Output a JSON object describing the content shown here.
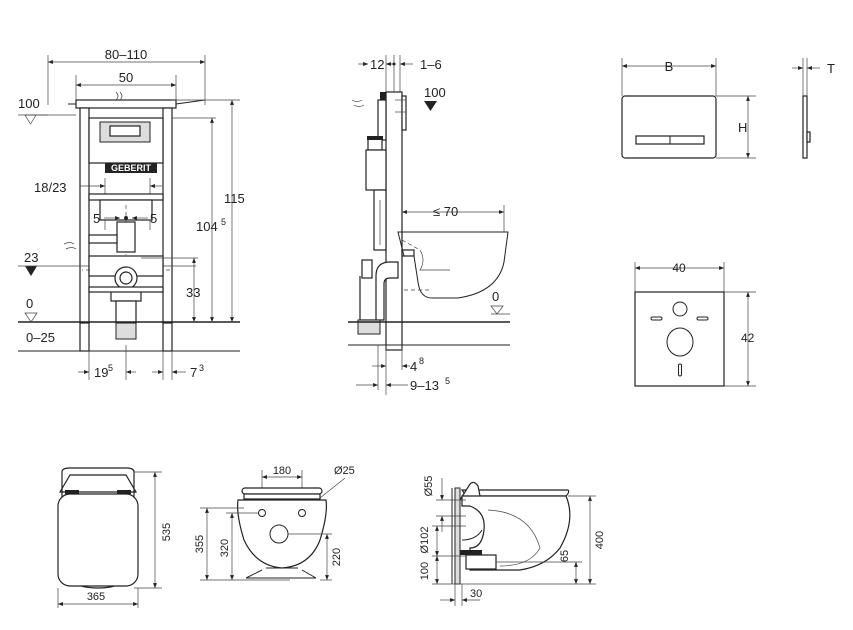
{
  "frame_front": {
    "dim_width_range": "80–110",
    "dim_width": "50",
    "dim_level_top": "100",
    "dim_height_total": "115",
    "dim_height_inner": "104",
    "dim_height_inner_sup": "5",
    "dim_pipe_spacing": "18/23",
    "dim_offset_left": "5",
    "dim_offset_right": "5",
    "dim_level_mid": "23",
    "dim_height_outlet": "33",
    "dim_level_zero": "0",
    "dim_floor_range": "0–25",
    "dim_bottom_left": "19",
    "dim_bottom_left_sup": "5",
    "dim_bottom_right": "7",
    "dim_bottom_right_sup": "3",
    "brand": "GEBERIT"
  },
  "frame_side": {
    "dim_depth_top": "12",
    "dim_depth_range": "1–6",
    "dim_level_top": "100",
    "dim_projection": "≤ 70",
    "dim_level_zero": "0",
    "dim_depth_small": "4",
    "dim_depth_small_sup": "8",
    "dim_depth_range_bottom": "9–13",
    "dim_depth_range_bottom_sup": "5"
  },
  "flush_plate": {
    "dim_width": "B",
    "dim_height": "H",
    "dim_thickness": "T"
  },
  "sound_pad": {
    "dim_width": "40",
    "dim_height": "42"
  },
  "wc_top_view": {
    "dim_length": "535",
    "dim_width": "365"
  },
  "wc_rear_view": {
    "dim_bolt_spacing": "180",
    "dim_bolt_diameter": "Ø25",
    "dim_height_total": "355",
    "dim_height_bolts": "320",
    "dim_height_outlet": "220"
  },
  "wc_side_view": {
    "dim_inlet_diameter": "Ø55",
    "dim_outlet_diameter": "Ø102",
    "dim_height_bottom": "100",
    "dim_depth": "30",
    "dim_height_outlet": "65",
    "dim_height_total": "400"
  }
}
